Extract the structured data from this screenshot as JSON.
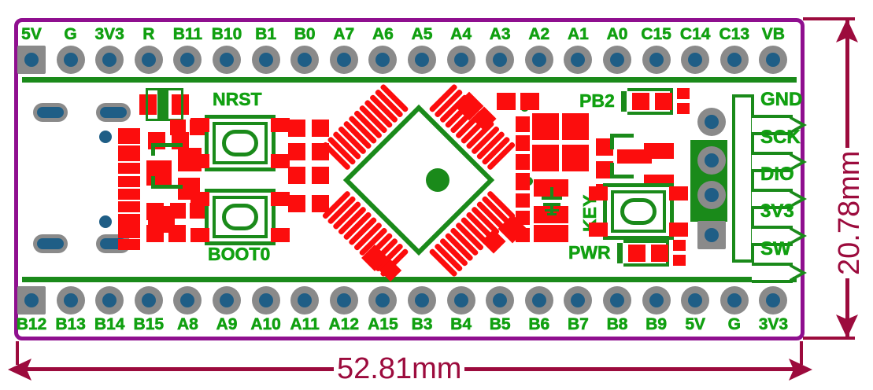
{
  "board": {
    "outline_color": "#8f0f8f",
    "silk_color": "#1a8a1a",
    "copper_color": "#fc0d0d",
    "pad_ring_color": "#8a8a8a",
    "pad_hole_color": "#1f5e86",
    "dimension_color": "#9c0b3d"
  },
  "dimensions": {
    "width_label": "52.81mm",
    "height_label": "20.78mm"
  },
  "top_pins": [
    "5V",
    "G",
    "3V3",
    "R",
    "B11",
    "B10",
    "B1",
    "B0",
    "A7",
    "A6",
    "A5",
    "A4",
    "A3",
    "A2",
    "A1",
    "A0",
    "C15",
    "C14",
    "C13",
    "VB"
  ],
  "bottom_pins": [
    "B12",
    "B13",
    "B14",
    "B15",
    "A8",
    "A9",
    "A10",
    "A11",
    "A12",
    "A15",
    "B3",
    "B4",
    "B5",
    "B6",
    "B7",
    "B8",
    "B9",
    "5V",
    "G",
    "3V3"
  ],
  "silkscreen_labels": {
    "nrst": "NRST",
    "boot0": "BOOT0",
    "key": "KEY",
    "pb2": "PB2",
    "pwr": "PWR"
  },
  "swd_header": {
    "signals": [
      "GND",
      "SCK",
      "DIO",
      "3V3",
      "SW"
    ]
  }
}
